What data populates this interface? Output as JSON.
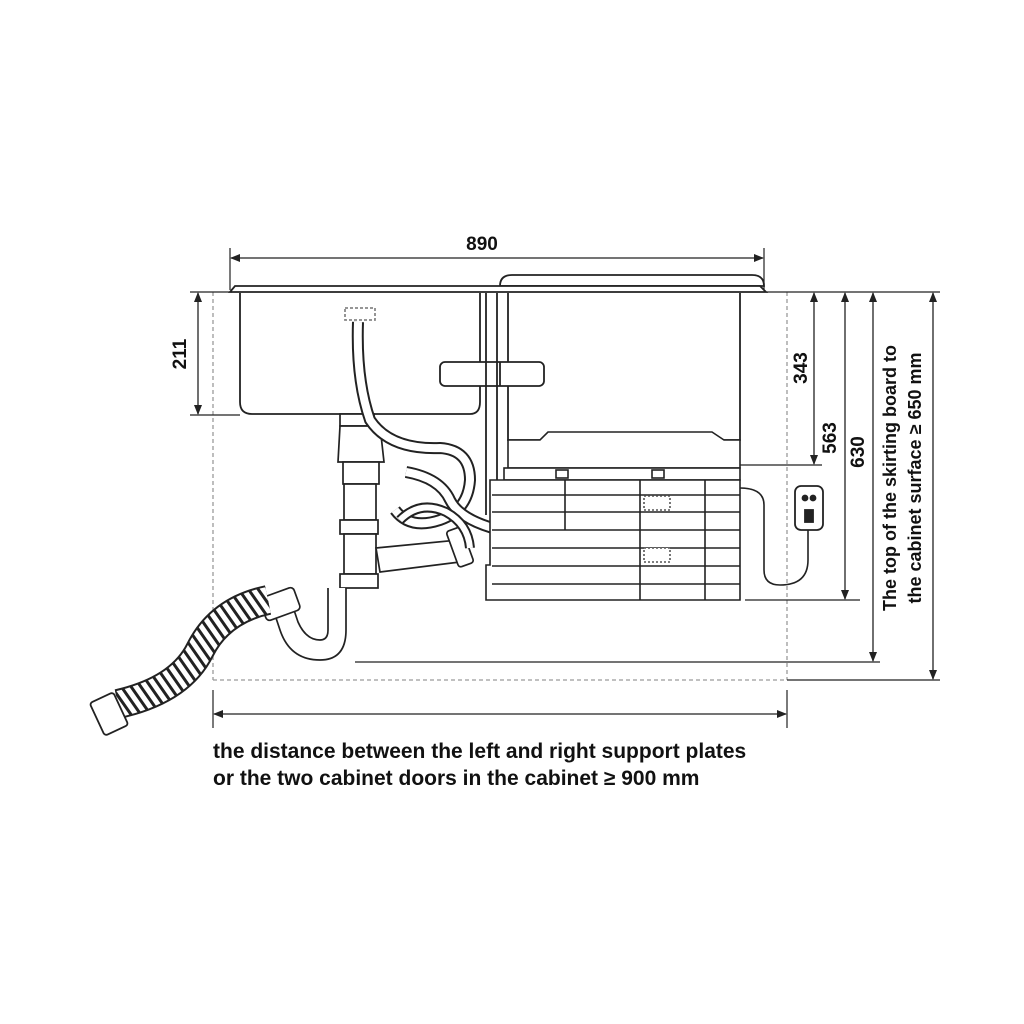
{
  "dimensions": {
    "width_total": "890",
    "sink_depth": "211",
    "dishwasher_top": "343",
    "dishwasher_body": "563",
    "dishwasher_total": "630"
  },
  "side_note": {
    "line1": "The top of the skirting board to",
    "line2": "the cabinet surface ≥ 650 mm"
  },
  "caption": {
    "line1": "the distance between the left and right support plates",
    "line2": "or the two cabinet doors in the cabinet ≥ 900 mm"
  },
  "colors": {
    "line": "#222222",
    "dashed": "#9a9a9a",
    "hatch": "#555555"
  }
}
